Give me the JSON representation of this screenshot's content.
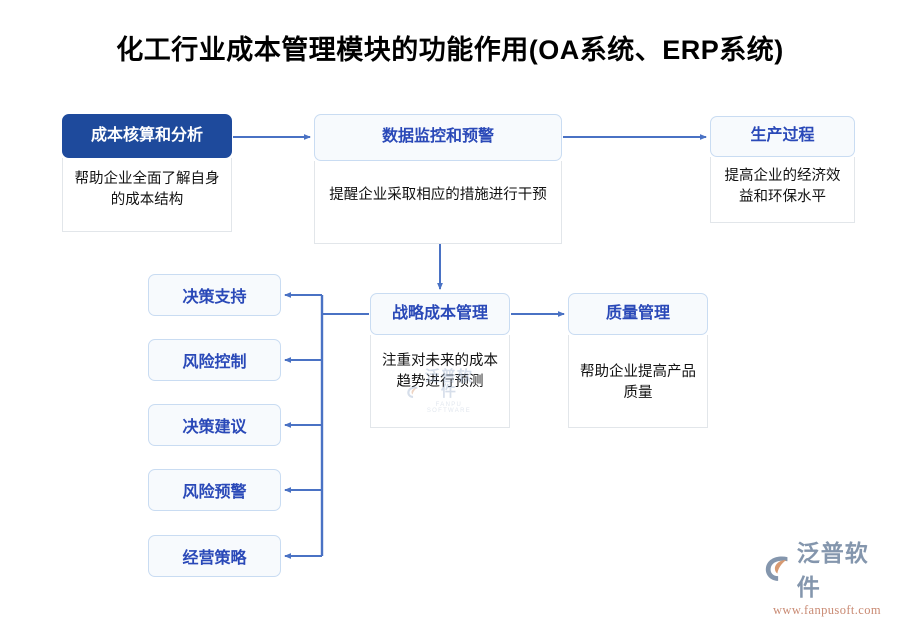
{
  "page": {
    "title": "化工行业成本管理模块的功能作用(OA系统、ERP系统)",
    "background": "#ffffff"
  },
  "colors": {
    "primary_dark_blue": "#1e4a9c",
    "header_text_blue": "#2a49b8",
    "card_light_bg": "#f7fafd",
    "card_border": "#c9dcf2",
    "body_border": "#e2e6ea",
    "connector": "#4a72c4",
    "logo_grey": "#8496ad",
    "logo_url": "#c98a73",
    "logo_swoosh": "#d79a72"
  },
  "flow": {
    "row1": [
      {
        "id": "cost-accounting",
        "title": "成本核算和分析",
        "body": "帮助企业全面了解自身的成本结构",
        "style": "dark"
      },
      {
        "id": "data-monitor",
        "title": "数据监控和预警",
        "body": "提醒企业采取相应的措施进行干预",
        "style": "light"
      },
      {
        "id": "production",
        "title": "生产过程",
        "body": "提高企业的经济效益和环保水平",
        "style": "light"
      }
    ],
    "row2": [
      {
        "id": "strategic-cost",
        "title": "战略成本管理",
        "body": "注重对未来的成本趋势进行预测",
        "style": "light"
      },
      {
        "id": "quality",
        "title": "质量管理",
        "body": "帮助企业提高产品质量",
        "style": "light"
      }
    ],
    "branches": [
      {
        "id": "decision-support",
        "label": "决策支持"
      },
      {
        "id": "risk-control",
        "label": "风险控制"
      },
      {
        "id": "decision-advice",
        "label": "决策建议"
      },
      {
        "id": "risk-warning",
        "label": "风险预警"
      },
      {
        "id": "business-strategy",
        "label": "经营策略"
      }
    ]
  },
  "watermark": {
    "cn": "泛普软件",
    "en": "FANPU SOFTWARE"
  },
  "logo": {
    "cn": "泛普软件",
    "url": "www.fanpusoft.com"
  }
}
